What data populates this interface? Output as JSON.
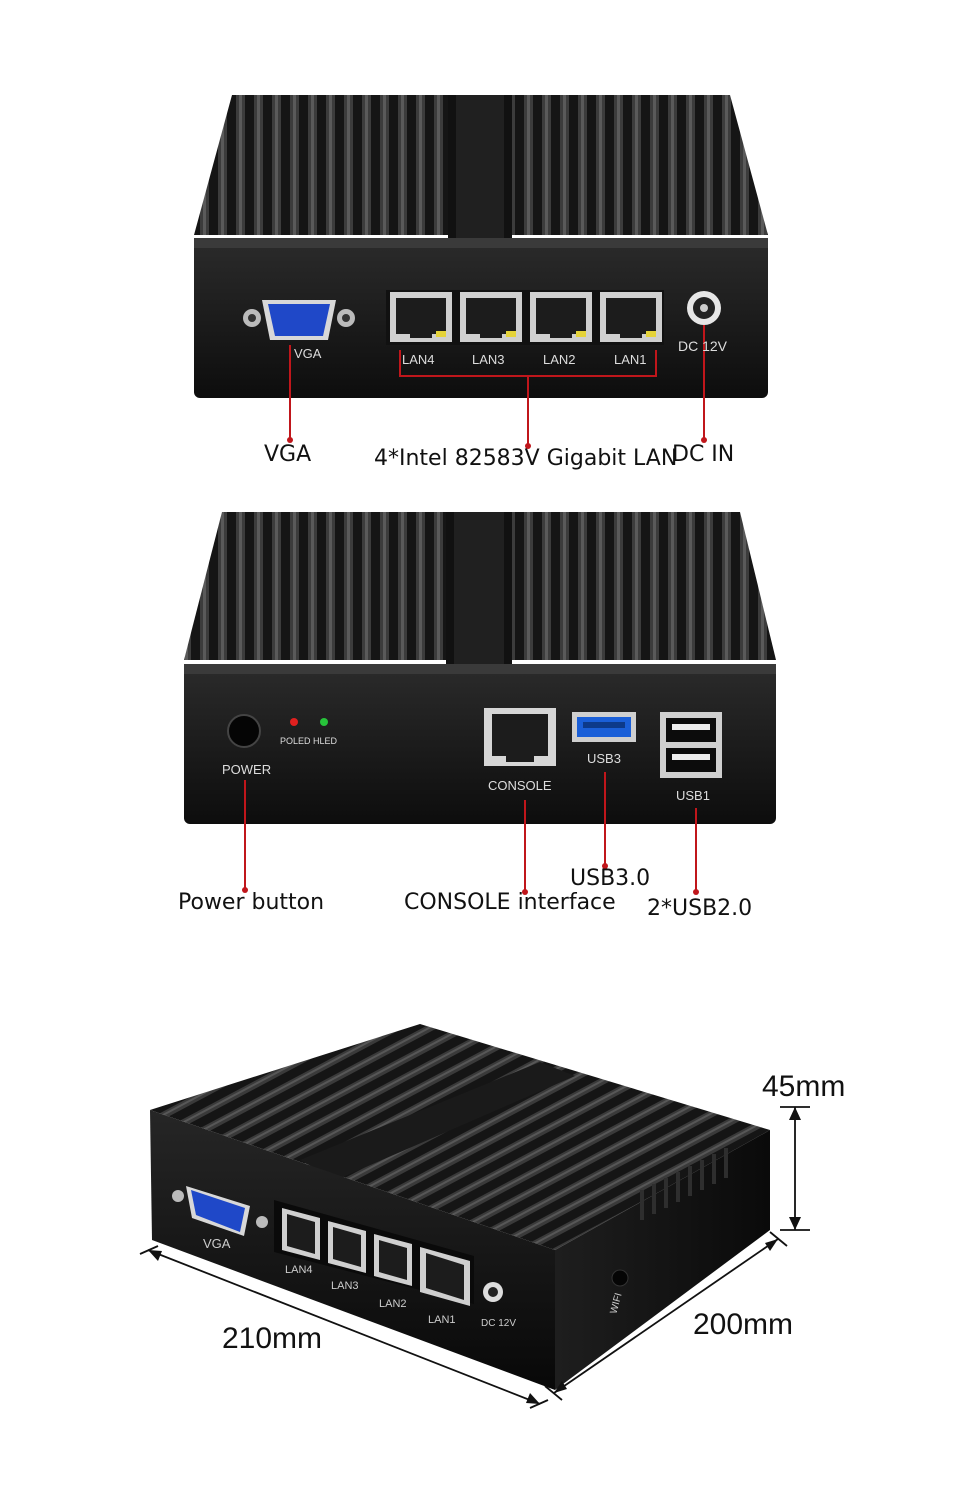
{
  "view1": {
    "port_labels": {
      "vga": "VGA",
      "lan4": "LAN4",
      "lan3": "LAN3",
      "lan2": "LAN2",
      "lan1": "LAN1",
      "dc": "DC 12V"
    },
    "callouts": {
      "vga": "VGA",
      "lan": "4*Intel 82583V Gigabit LAN",
      "dc": "DC IN"
    }
  },
  "view2": {
    "port_labels": {
      "power": "POWER",
      "poled": "POLED",
      "hled": "HLED",
      "console": "CONSOLE",
      "usb3": "USB3",
      "usb1": "USB1"
    },
    "callouts": {
      "power": "Power button",
      "console": "CONSOLE interface",
      "usb3": "USB3.0",
      "usb2": "2*USB2.0"
    }
  },
  "view3": {
    "port_labels": {
      "vga": "VGA",
      "lan4": "LAN4",
      "lan3": "LAN3",
      "lan2": "LAN2",
      "lan1": "LAN1",
      "dc": "DC 12V",
      "wifi": "WIFI"
    },
    "dimensions": {
      "height": "45mm",
      "width": "210mm",
      "depth": "200mm"
    }
  },
  "colors": {
    "callout_line": "#c0161b",
    "led_red": "#e0201f",
    "led_green": "#27c33a",
    "usb3_blue": "#1a5fd8",
    "vga_blue": "#1f48c8"
  }
}
